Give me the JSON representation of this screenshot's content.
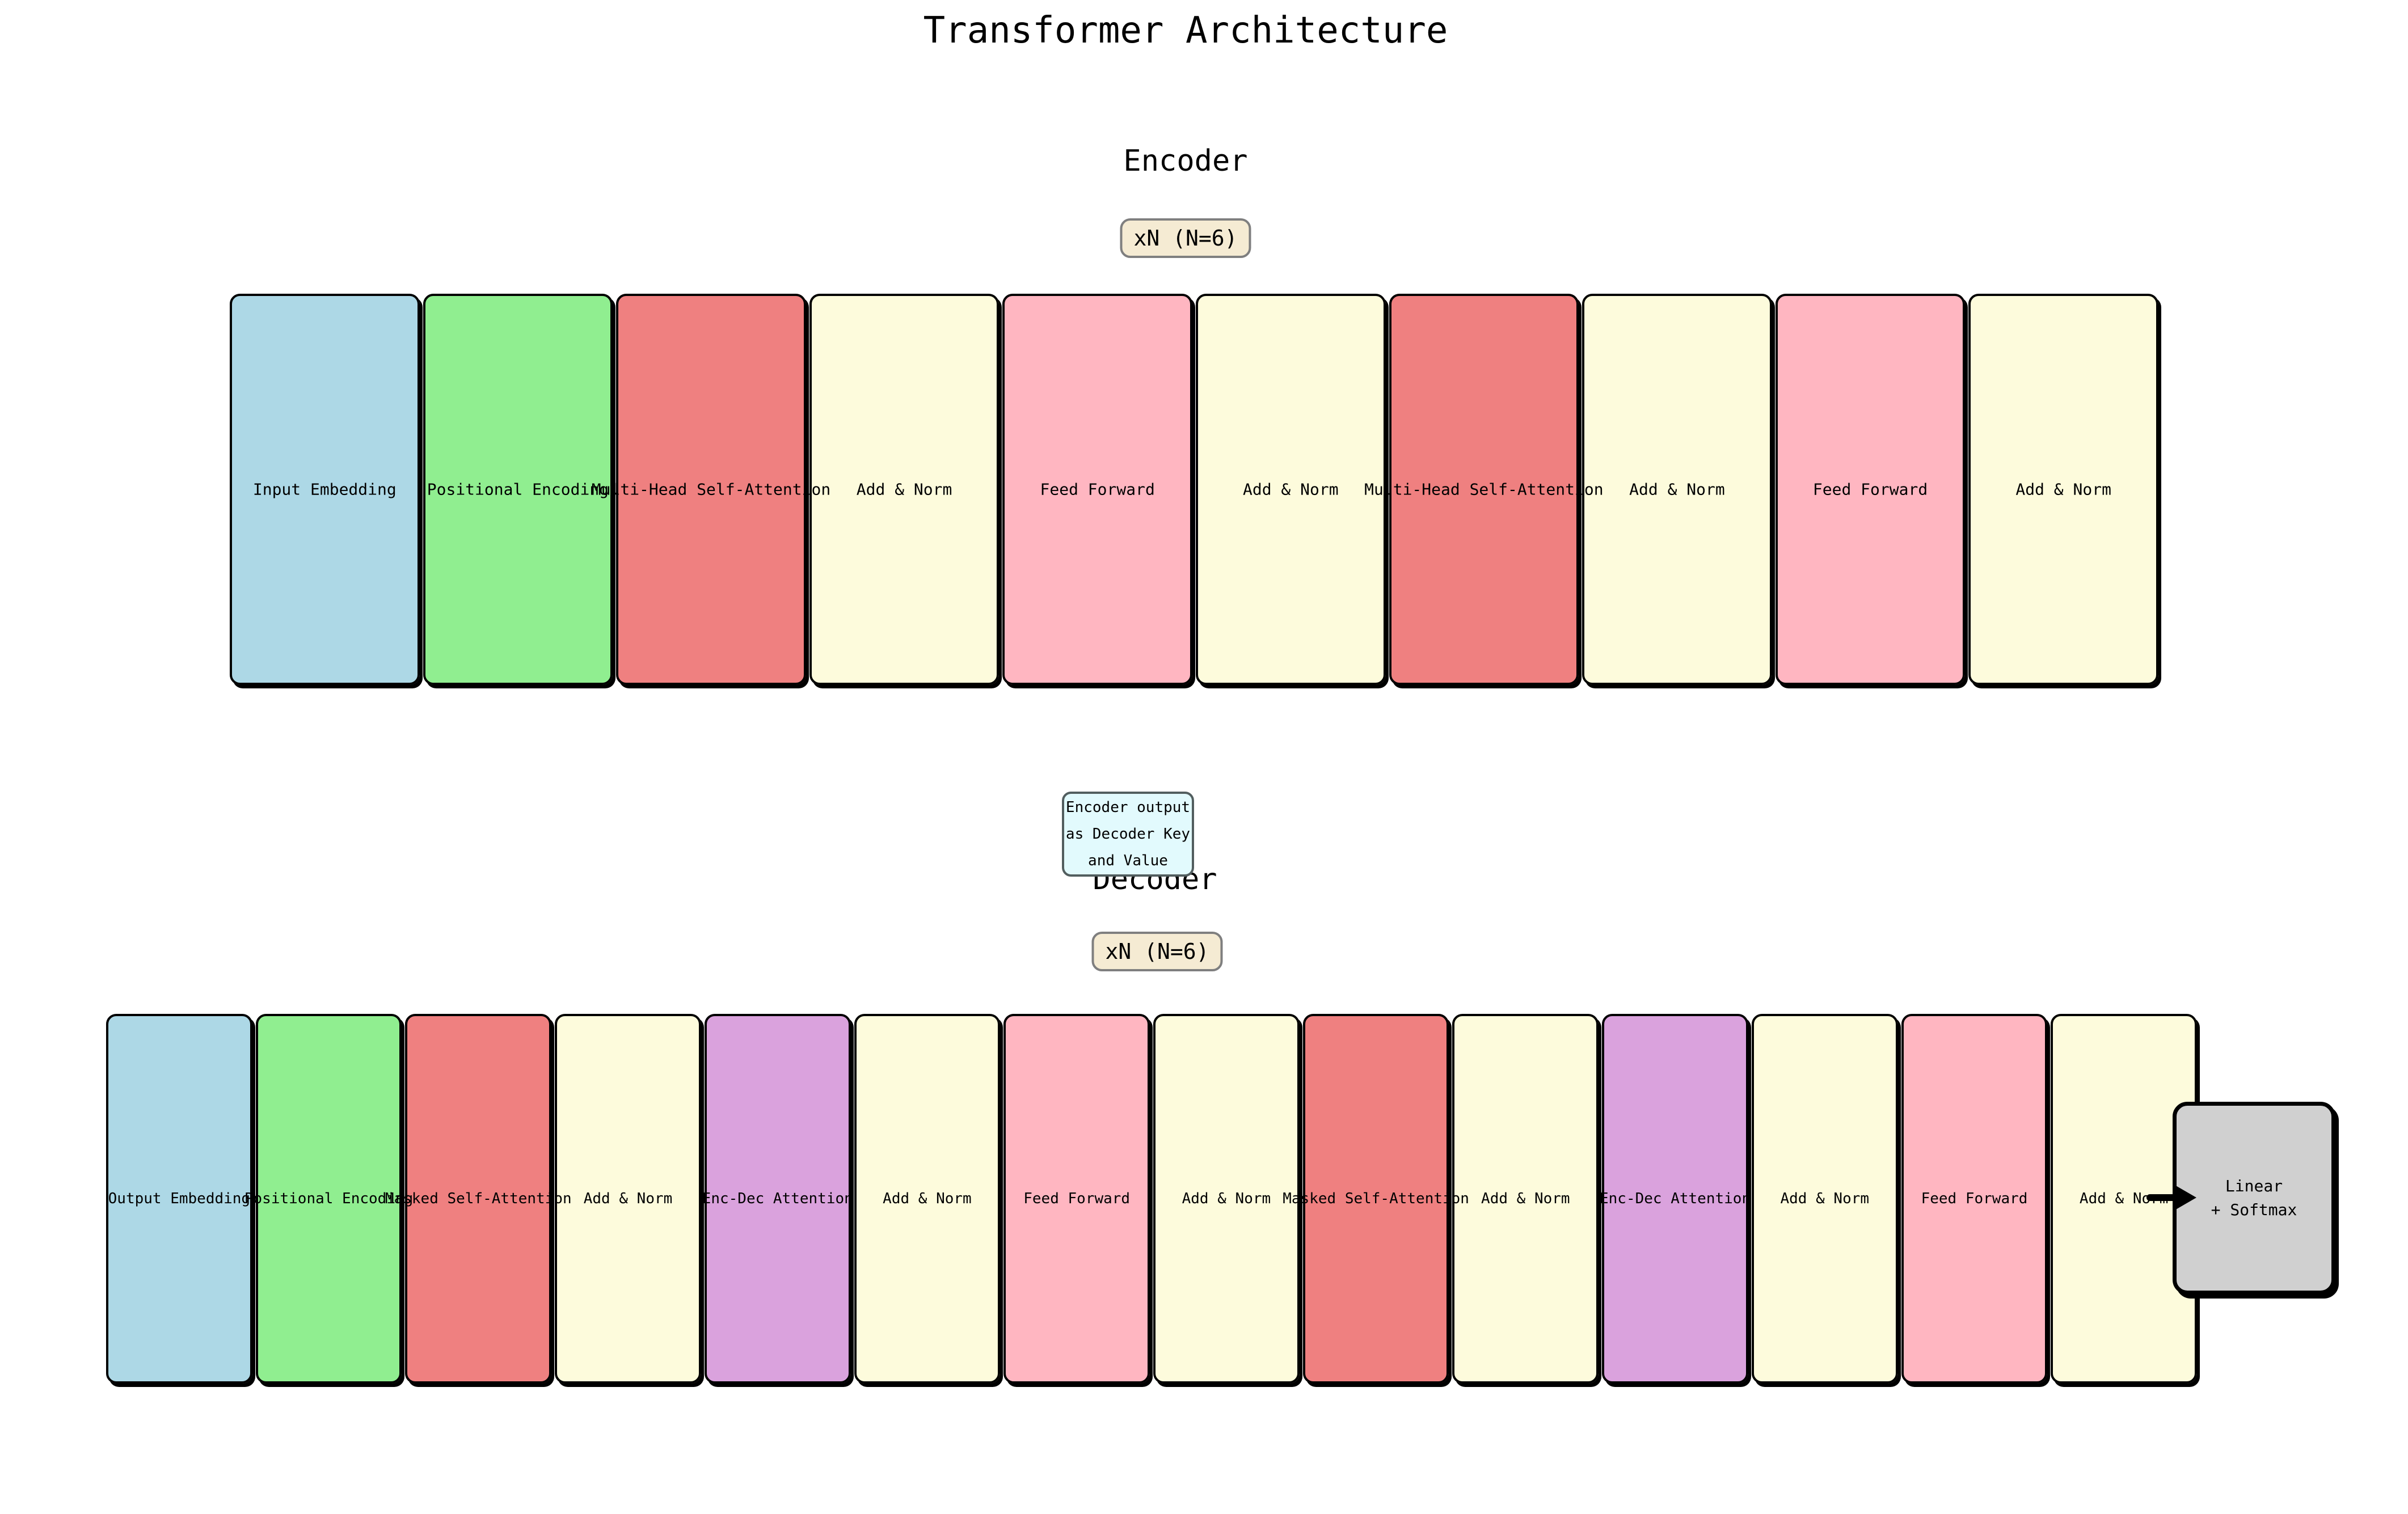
{
  "title": {
    "text": "Transformer Architecture"
  },
  "encoder": {
    "heading": "Encoder",
    "badge": "xN (N=6)",
    "blocks": [
      {
        "label": "Input Embedding",
        "color": "#ADD8E6"
      },
      {
        "label": "Positional Encoding",
        "color": "#90EE90"
      },
      {
        "label": "Multi-Head Self-Attention",
        "color": "#EF8080"
      },
      {
        "label": "Add & Norm",
        "color": "#FDFBDC"
      },
      {
        "label": "Feed Forward",
        "color": "#FFB6C1"
      },
      {
        "label": "Add & Norm",
        "color": "#FDFBDC"
      },
      {
        "label": "Multi-Head Self-Attention",
        "color": "#EF8080"
      },
      {
        "label": "Add & Norm",
        "color": "#FDFBDC"
      },
      {
        "label": "Feed Forward",
        "color": "#FFB6C1"
      },
      {
        "label": "Add & Norm",
        "color": "#FDFBDC"
      }
    ]
  },
  "note": {
    "lines": [
      "Encoder output",
      "as Decoder Key",
      "and Value"
    ]
  },
  "decoder": {
    "heading": "Decoder",
    "badge": "xN (N=6)",
    "blocks": [
      {
        "label": "Output Embedding",
        "color": "#ADD8E6"
      },
      {
        "label": "Positional Encoding",
        "color": "#90EE90"
      },
      {
        "label": "Masked Self-Attention",
        "color": "#EF8080"
      },
      {
        "label": "Add & Norm",
        "color": "#FDFBDC"
      },
      {
        "label": "Enc-Dec Attention",
        "color": "#DAA2DD"
      },
      {
        "label": "Add & Norm",
        "color": "#FDFBDC"
      },
      {
        "label": "Feed Forward",
        "color": "#FFB6C1"
      },
      {
        "label": "Add & Norm",
        "color": "#FDFBDC"
      },
      {
        "label": "Masked Self-Attention",
        "color": "#EF8080"
      },
      {
        "label": "Add & Norm",
        "color": "#FDFBDC"
      },
      {
        "label": "Enc-Dec Attention",
        "color": "#DAA2DD"
      },
      {
        "label": "Add & Norm",
        "color": "#FDFBDC"
      },
      {
        "label": "Feed Forward",
        "color": "#FFB6C1"
      },
      {
        "label": "Add & Norm",
        "color": "#FDFBDC"
      }
    ],
    "output_block": {
      "line1": "Linear",
      "line2": "+ Softmax"
    }
  },
  "colors": {
    "badge-bg": "#F5EBD3",
    "badge-border": "#7F7F7F",
    "note-bg": "#E2FAFD",
    "note-border": "#525E5F",
    "output-bg": "#D0D0D0",
    "block-border": "#000000",
    "arrow": "#000000"
  }
}
